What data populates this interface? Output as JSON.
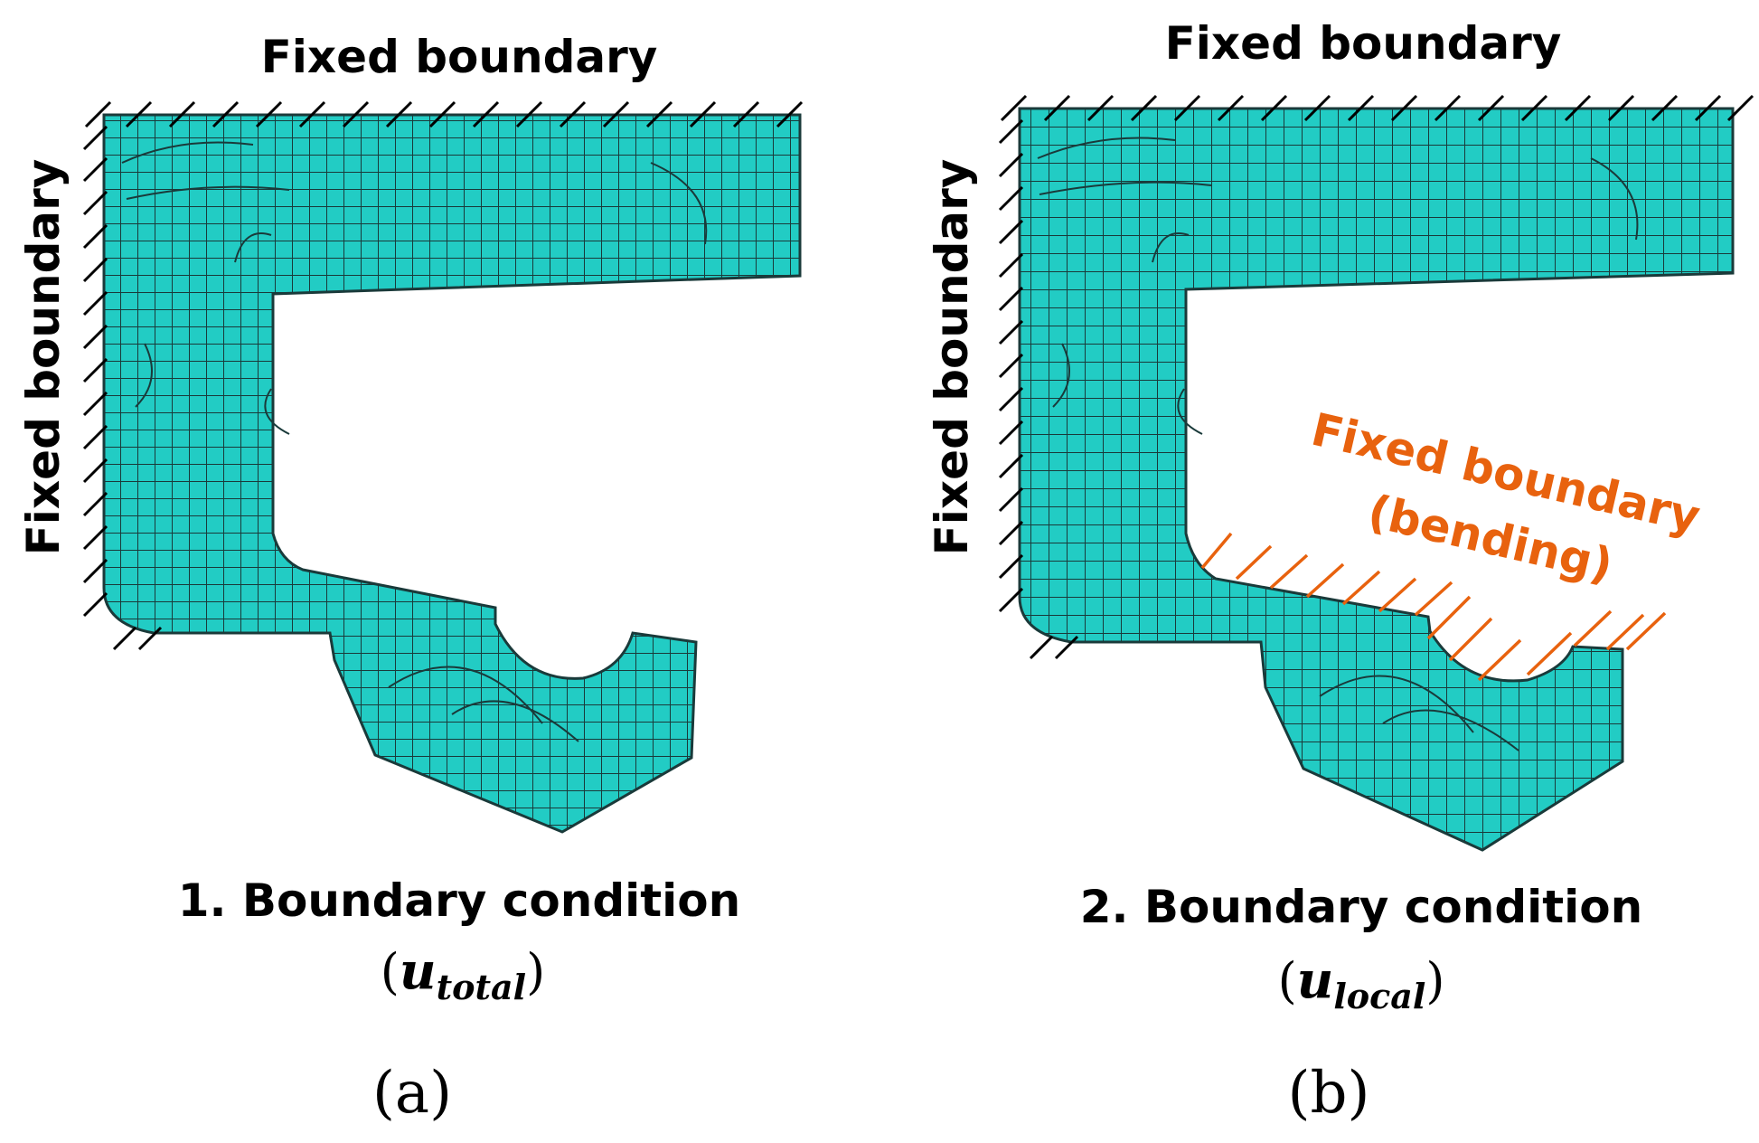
{
  "colors": {
    "mesh_fill": "#22CCC4",
    "mesh_line": "#1a3a3a",
    "hatch": "#000000",
    "bending_hatch": "#E8620E",
    "text": "#000000"
  },
  "panel_a": {
    "top_label": "Fixed boundary",
    "side_label": "Fixed boundary",
    "caption_line1": "1. Boundary condition",
    "caption_paren_open": "(",
    "caption_var": "u",
    "caption_sub": "total",
    "caption_paren_close": ")",
    "panel_letter": "(a)"
  },
  "panel_b": {
    "top_label": "Fixed boundary",
    "side_label": "Fixed boundary",
    "bending_label_line1": "Fixed boundary",
    "bending_label_line2": "(bending)",
    "caption_line1": "2. Boundary condition",
    "caption_paren_open": "(",
    "caption_var": "u",
    "caption_sub": "local",
    "caption_paren_close": ")",
    "panel_letter": "(b)"
  }
}
